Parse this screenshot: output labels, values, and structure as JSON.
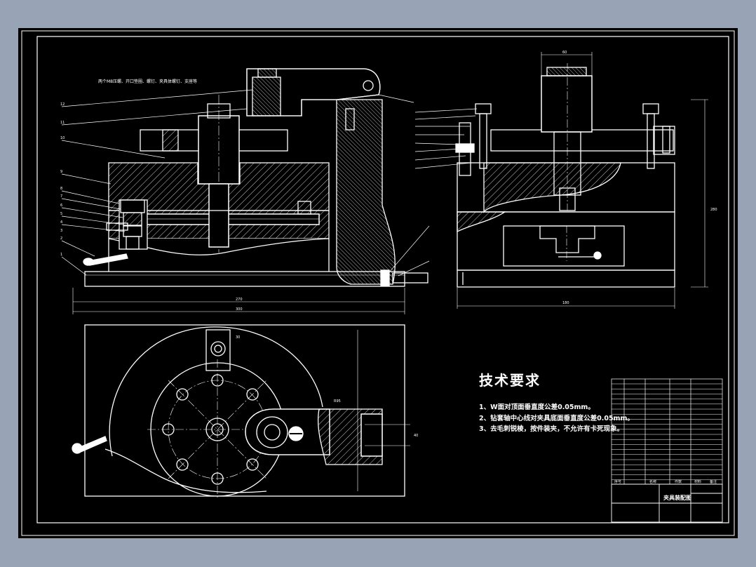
{
  "drawing": {
    "background_color": "#98a4b6",
    "sheet_color": "#000000",
    "line_color": "#ffffff",
    "hatch_color": "#ffffff"
  },
  "annotations": {
    "top_note": "两个M8压螺、开口垫圈、螺钉、夹具体螺钉、支座等",
    "front_dim_inner": "270",
    "front_dim_outer": "300",
    "side_dim_bottom": "180",
    "side_dim_height": "280",
    "side_dim_top": "60",
    "plan_dim_offset": "30",
    "plan_dim_radius": "R95",
    "plan_dim_width": "40"
  },
  "balloons_left": [
    "12",
    "11",
    "10",
    "9",
    "8",
    "7",
    "6",
    "5",
    "4",
    "3",
    "2",
    "1"
  ],
  "technical_requirements": {
    "title": "技术要求",
    "items": [
      "1、W面对顶面垂直度公差0.05mm。",
      "2、钻套轴中心线对夹具底面垂直度公差0.05mm。",
      "3、去毛刺锐棱，按件装夹，不允许有卡死现象。"
    ]
  },
  "title_block": {
    "drawing_name": "夹具装配图",
    "header_labels": [
      "序号",
      "名称",
      "件数",
      "材料",
      "备注"
    ]
  }
}
